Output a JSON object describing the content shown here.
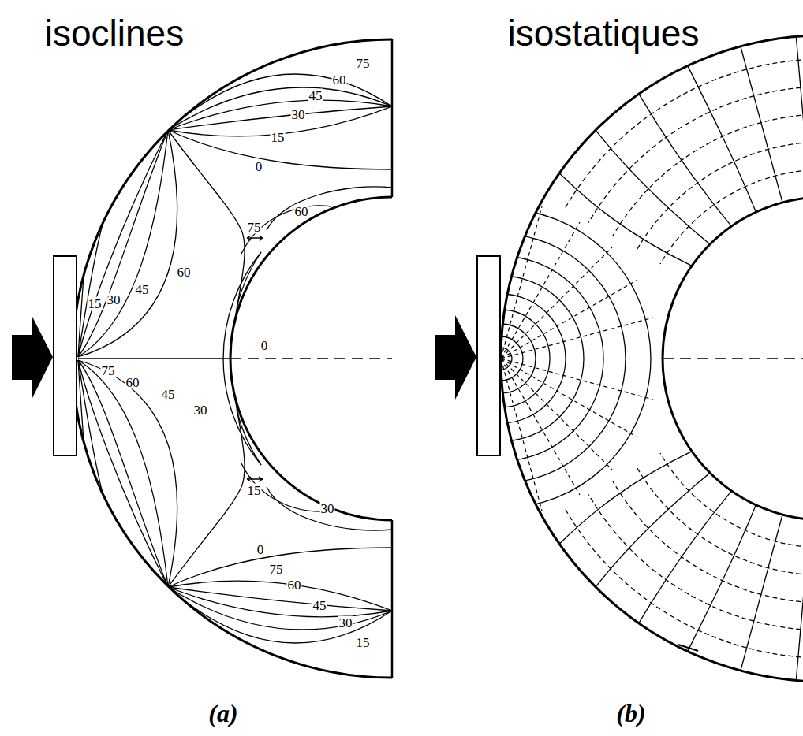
{
  "diagram": {
    "labels": [
      "isoclines",
      "isostatiques",
      "75",
      "60",
      "45",
      "30",
      "15",
      "0",
      "75",
      "60",
      "15",
      "30",
      "45",
      "60",
      "0",
      "75",
      "60",
      "45",
      "30",
      "15",
      "30",
      "0",
      "75",
      "60",
      "45",
      "30",
      "15",
      "(a)",
      "(b)"
    ]
  }
}
